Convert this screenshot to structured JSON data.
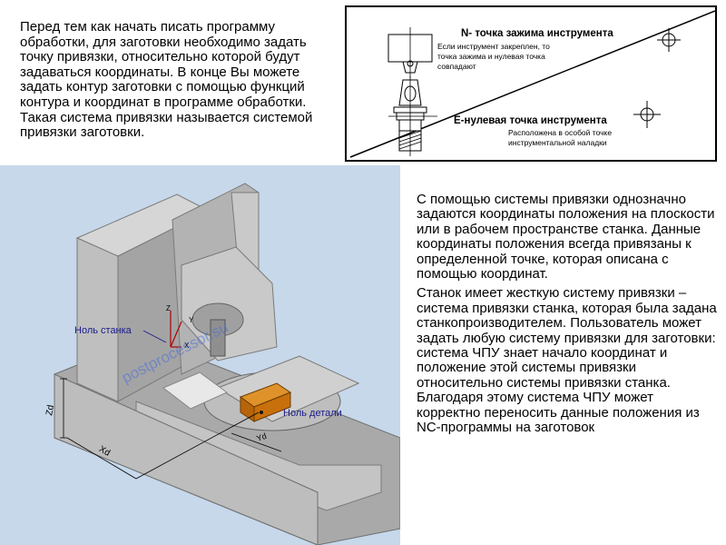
{
  "intro_text": "Перед тем как начать писать программу обработки, для заготовки необходимо задать точку привязки, относительно которой будут задаваться координаты. В конце Вы можете задать контур заготовки с помощью функций контура и координат в программе обработки. Такая система привязки называется системой привязки заготовки.",
  "right_paragraphs": [
    "С помощью системы привязки однозначно задаются координаты положения  на плоскости или в рабочем пространстве станка. Данные координаты положения  всегда привязаны к определенной точке, которая описана с помощью координат.",
    "Станок имеет жесткую систему привязки – система привязки станка, которая была задана станкопроизводителем. Пользователь может задать любую систему привязки для заготовки: система ЧПУ знает начало координат и положение этой системы привязки относительно системы привязки станка. Благодаря этому система ЧПУ может корректно переносить данные положения  из NC-программы на заготовок"
  ],
  "tool_diagram": {
    "n_point_title": "N- точка зажима инструмента",
    "n_point_desc": [
      "Если инструмент закреплен, то",
      "точка зажима и нулевая точка",
      "совпадают"
    ],
    "e_point_title": "Е-нулевая точка инструмента",
    "e_point_desc": [
      "Расположена в особой точке",
      "инструментальной наладки"
    ]
  },
  "machine_figure": {
    "machine_zero_label": "Ноль станка",
    "part_zero_label": "Ноль детали",
    "axis_z": "Z",
    "axis_y": "Y",
    "axis_x": "X",
    "dim_zd": "Zd",
    "dim_xd": "Xd",
    "dim_yd": "Yd",
    "watermark": "postprocessor.su"
  },
  "colors": {
    "background": "#c6d8ea",
    "machine_gray": "#b9b9b9",
    "part_orange": "#c8700c",
    "label_blue": "#1a1a8c"
  }
}
